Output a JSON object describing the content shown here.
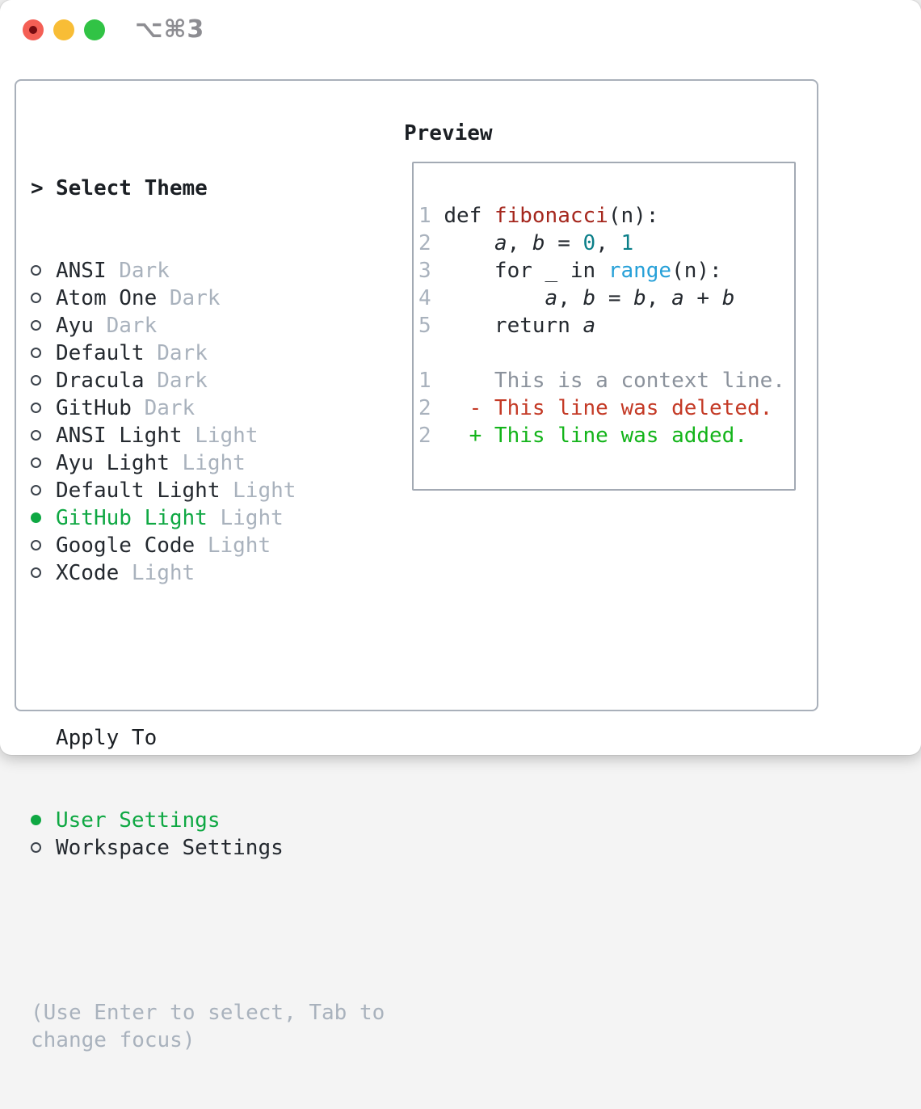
{
  "titlebar": {
    "shortcut": "⌥⌘3",
    "buttons": [
      "close-icon",
      "minimize-icon",
      "zoom-icon"
    ]
  },
  "theme_picker": {
    "pointer": ">",
    "title": "Select Theme",
    "items": [
      {
        "name": "ANSI",
        "variant": "Dark",
        "selected": false
      },
      {
        "name": "Atom One",
        "variant": "Dark",
        "selected": false
      },
      {
        "name": "Ayu",
        "variant": "Dark",
        "selected": false
      },
      {
        "name": "Default",
        "variant": "Dark",
        "selected": false
      },
      {
        "name": "Dracula",
        "variant": "Dark",
        "selected": false
      },
      {
        "name": "GitHub",
        "variant": "Dark",
        "selected": false
      },
      {
        "name": "ANSI Light",
        "variant": "Light",
        "selected": false
      },
      {
        "name": "Ayu Light",
        "variant": "Light",
        "selected": false
      },
      {
        "name": "Default Light",
        "variant": "Light",
        "selected": false
      },
      {
        "name": "GitHub Light",
        "variant": "Light",
        "selected": true
      },
      {
        "name": "Google Code",
        "variant": "Light",
        "selected": false
      },
      {
        "name": "XCode",
        "variant": "Light",
        "selected": false
      }
    ]
  },
  "apply_to": {
    "title": "Apply To",
    "options": [
      {
        "label": "User Settings",
        "selected": true
      },
      {
        "label": "Workspace Settings",
        "selected": false
      }
    ]
  },
  "hint": "(Use Enter to select, Tab to change focus)",
  "preview": {
    "title": "Preview",
    "lines": [
      {
        "type": "code",
        "num": "1",
        "tokens": [
          [
            "def ",
            "p"
          ],
          [
            "fibonacci",
            "fn"
          ],
          [
            "(n):",
            "p"
          ]
        ]
      },
      {
        "type": "code",
        "num": "2",
        "tokens": [
          [
            "    ",
            "p"
          ],
          [
            "a",
            "v"
          ],
          [
            ", ",
            "p"
          ],
          [
            "b",
            "v"
          ],
          [
            " = ",
            "p"
          ],
          [
            "0",
            "n"
          ],
          [
            ", ",
            "p"
          ],
          [
            "1",
            "n"
          ]
        ]
      },
      {
        "type": "code",
        "num": "3",
        "tokens": [
          [
            "    for _ in ",
            "p"
          ],
          [
            "range",
            "b"
          ],
          [
            "(n):",
            "p"
          ]
        ]
      },
      {
        "type": "code",
        "num": "4",
        "tokens": [
          [
            "        ",
            "p"
          ],
          [
            "a",
            "v"
          ],
          [
            ", ",
            "p"
          ],
          [
            "b",
            "v"
          ],
          [
            " = ",
            "p"
          ],
          [
            "b",
            "v"
          ],
          [
            ", ",
            "p"
          ],
          [
            "a",
            "v"
          ],
          [
            " + ",
            "p"
          ],
          [
            "b",
            "v"
          ]
        ]
      },
      {
        "type": "code",
        "num": "5",
        "tokens": [
          [
            "    return ",
            "p"
          ],
          [
            "a",
            "v"
          ]
        ]
      },
      {
        "type": "blank"
      },
      {
        "type": "diff",
        "num": "1",
        "kind": "context",
        "text": "    This is a context line."
      },
      {
        "type": "diff",
        "num": "2",
        "kind": "deleted",
        "text": "  - This line was deleted."
      },
      {
        "type": "diff",
        "num": "2",
        "kind": "added",
        "text": "  + This line was added."
      }
    ]
  },
  "colors": {
    "accent_green": "#0fa843",
    "muted_gray": "#a9b2bd",
    "text_dark": "#24292f",
    "function_red": "#a5271d",
    "number_teal": "#0b7f89",
    "builtin_blue": "#26a0d8",
    "context_gray": "#8b929c",
    "diff_deleted_red": "#c43a26",
    "diff_added_green": "#13b41a",
    "traffic_red": "#f45f55",
    "traffic_yellow": "#f8bd36",
    "traffic_green": "#31c345"
  }
}
